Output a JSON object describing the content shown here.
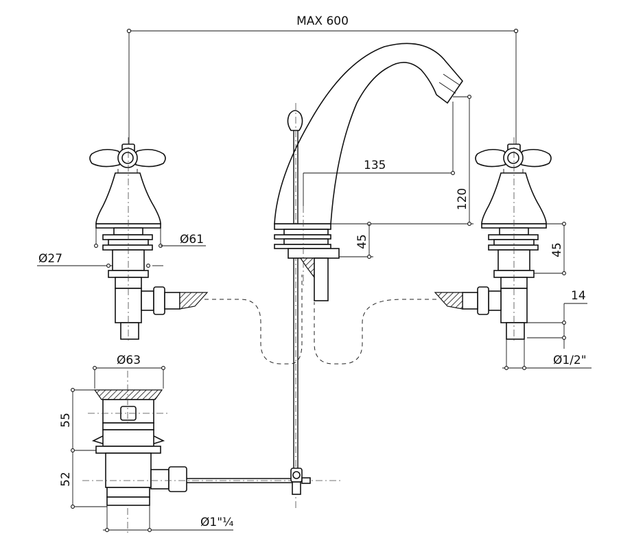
{
  "drawing": {
    "dimensions": {
      "max_width": "MAX 600",
      "spout_reach": "135",
      "spout_height": "120",
      "mixer_base": "45",
      "tap_base": "45",
      "connector": "14",
      "thread": "Ø1/2\"",
      "tap_diameter": "Ø61",
      "shank_diameter": "Ø27",
      "waste_diameter": "Ø63",
      "waste_upper": "55",
      "waste_lower": "52",
      "waste_thread": "Ø1\"¼"
    }
  }
}
